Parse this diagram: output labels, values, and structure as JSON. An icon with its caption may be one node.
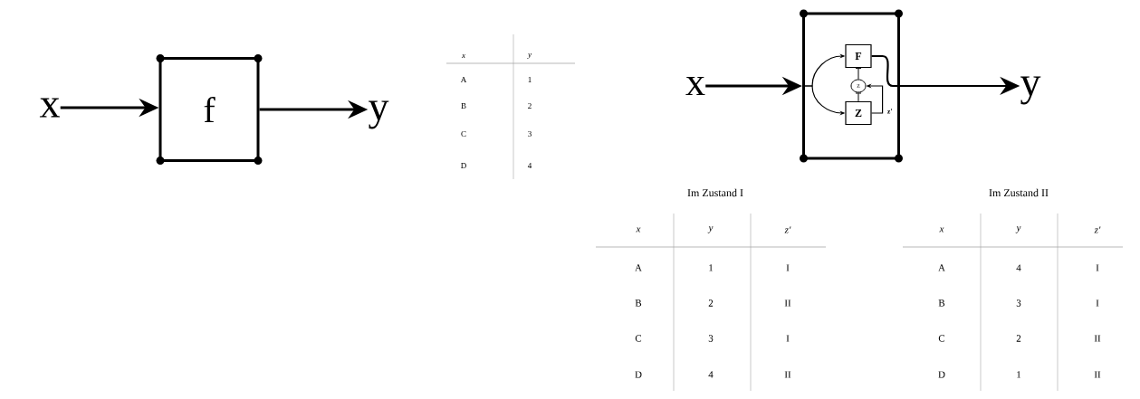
{
  "diagram": {
    "nodes": [
      {
        "text": [
          "x"
        ]
      },
      {
        "text": [
          "f"
        ]
      },
      {
        "text": [
          "y"
        ]
      },
      {
        "text": [
          "x"
        ]
      },
      {
        "text": [],
        "shape": "box"
      },
      {
        "text": [
          "F"
        ],
        "in": 4
      },
      {
        "text": [
          "z"
        ],
        "in": 4
      },
      {
        "text": [
          "Z"
        ],
        "in": 4
      },
      {
        "text": [
          "y"
        ]
      }
    ],
    "edges": [
      {
        "from": 0,
        "to": 1,
        "arrow": "to"
      },
      {
        "from": 1,
        "to": 2,
        "arrow": "to"
      },
      {
        "from": 3,
        "to": 4,
        "arrow": "to"
      },
      {
        "from": 4,
        "to": 5,
        "arrow": "to"
      },
      {
        "from": 4,
        "to": 7,
        "arrow": "to"
      },
      {
        "from": 5,
        "to": 8,
        "arrow": "to"
      },
      {
        "from": 5,
        "to": 6,
        "arrow": "none"
      },
      {
        "from": 6,
        "to": 7,
        "arrow": "none"
      },
      {
        "from": 7,
        "to": 6,
        "arrow": "to",
        "label": "z'"
      }
    ],
    "labels": [
      "x",
      "y",
      "A",
      "1",
      "B",
      "2",
      "C",
      "3",
      "D",
      "4",
      "Im Zustand I",
      "Im Zustand II",
      "x",
      "y",
      "z'",
      "A",
      "1",
      "I",
      "B",
      "2",
      "II",
      "C",
      "3",
      "I",
      "D",
      "4",
      "II",
      "x",
      "y",
      "z'",
      "A",
      "4",
      "I",
      "B",
      "3",
      "I",
      "C",
      "2",
      "II",
      "D",
      "1",
      "II"
    ]
  }
}
